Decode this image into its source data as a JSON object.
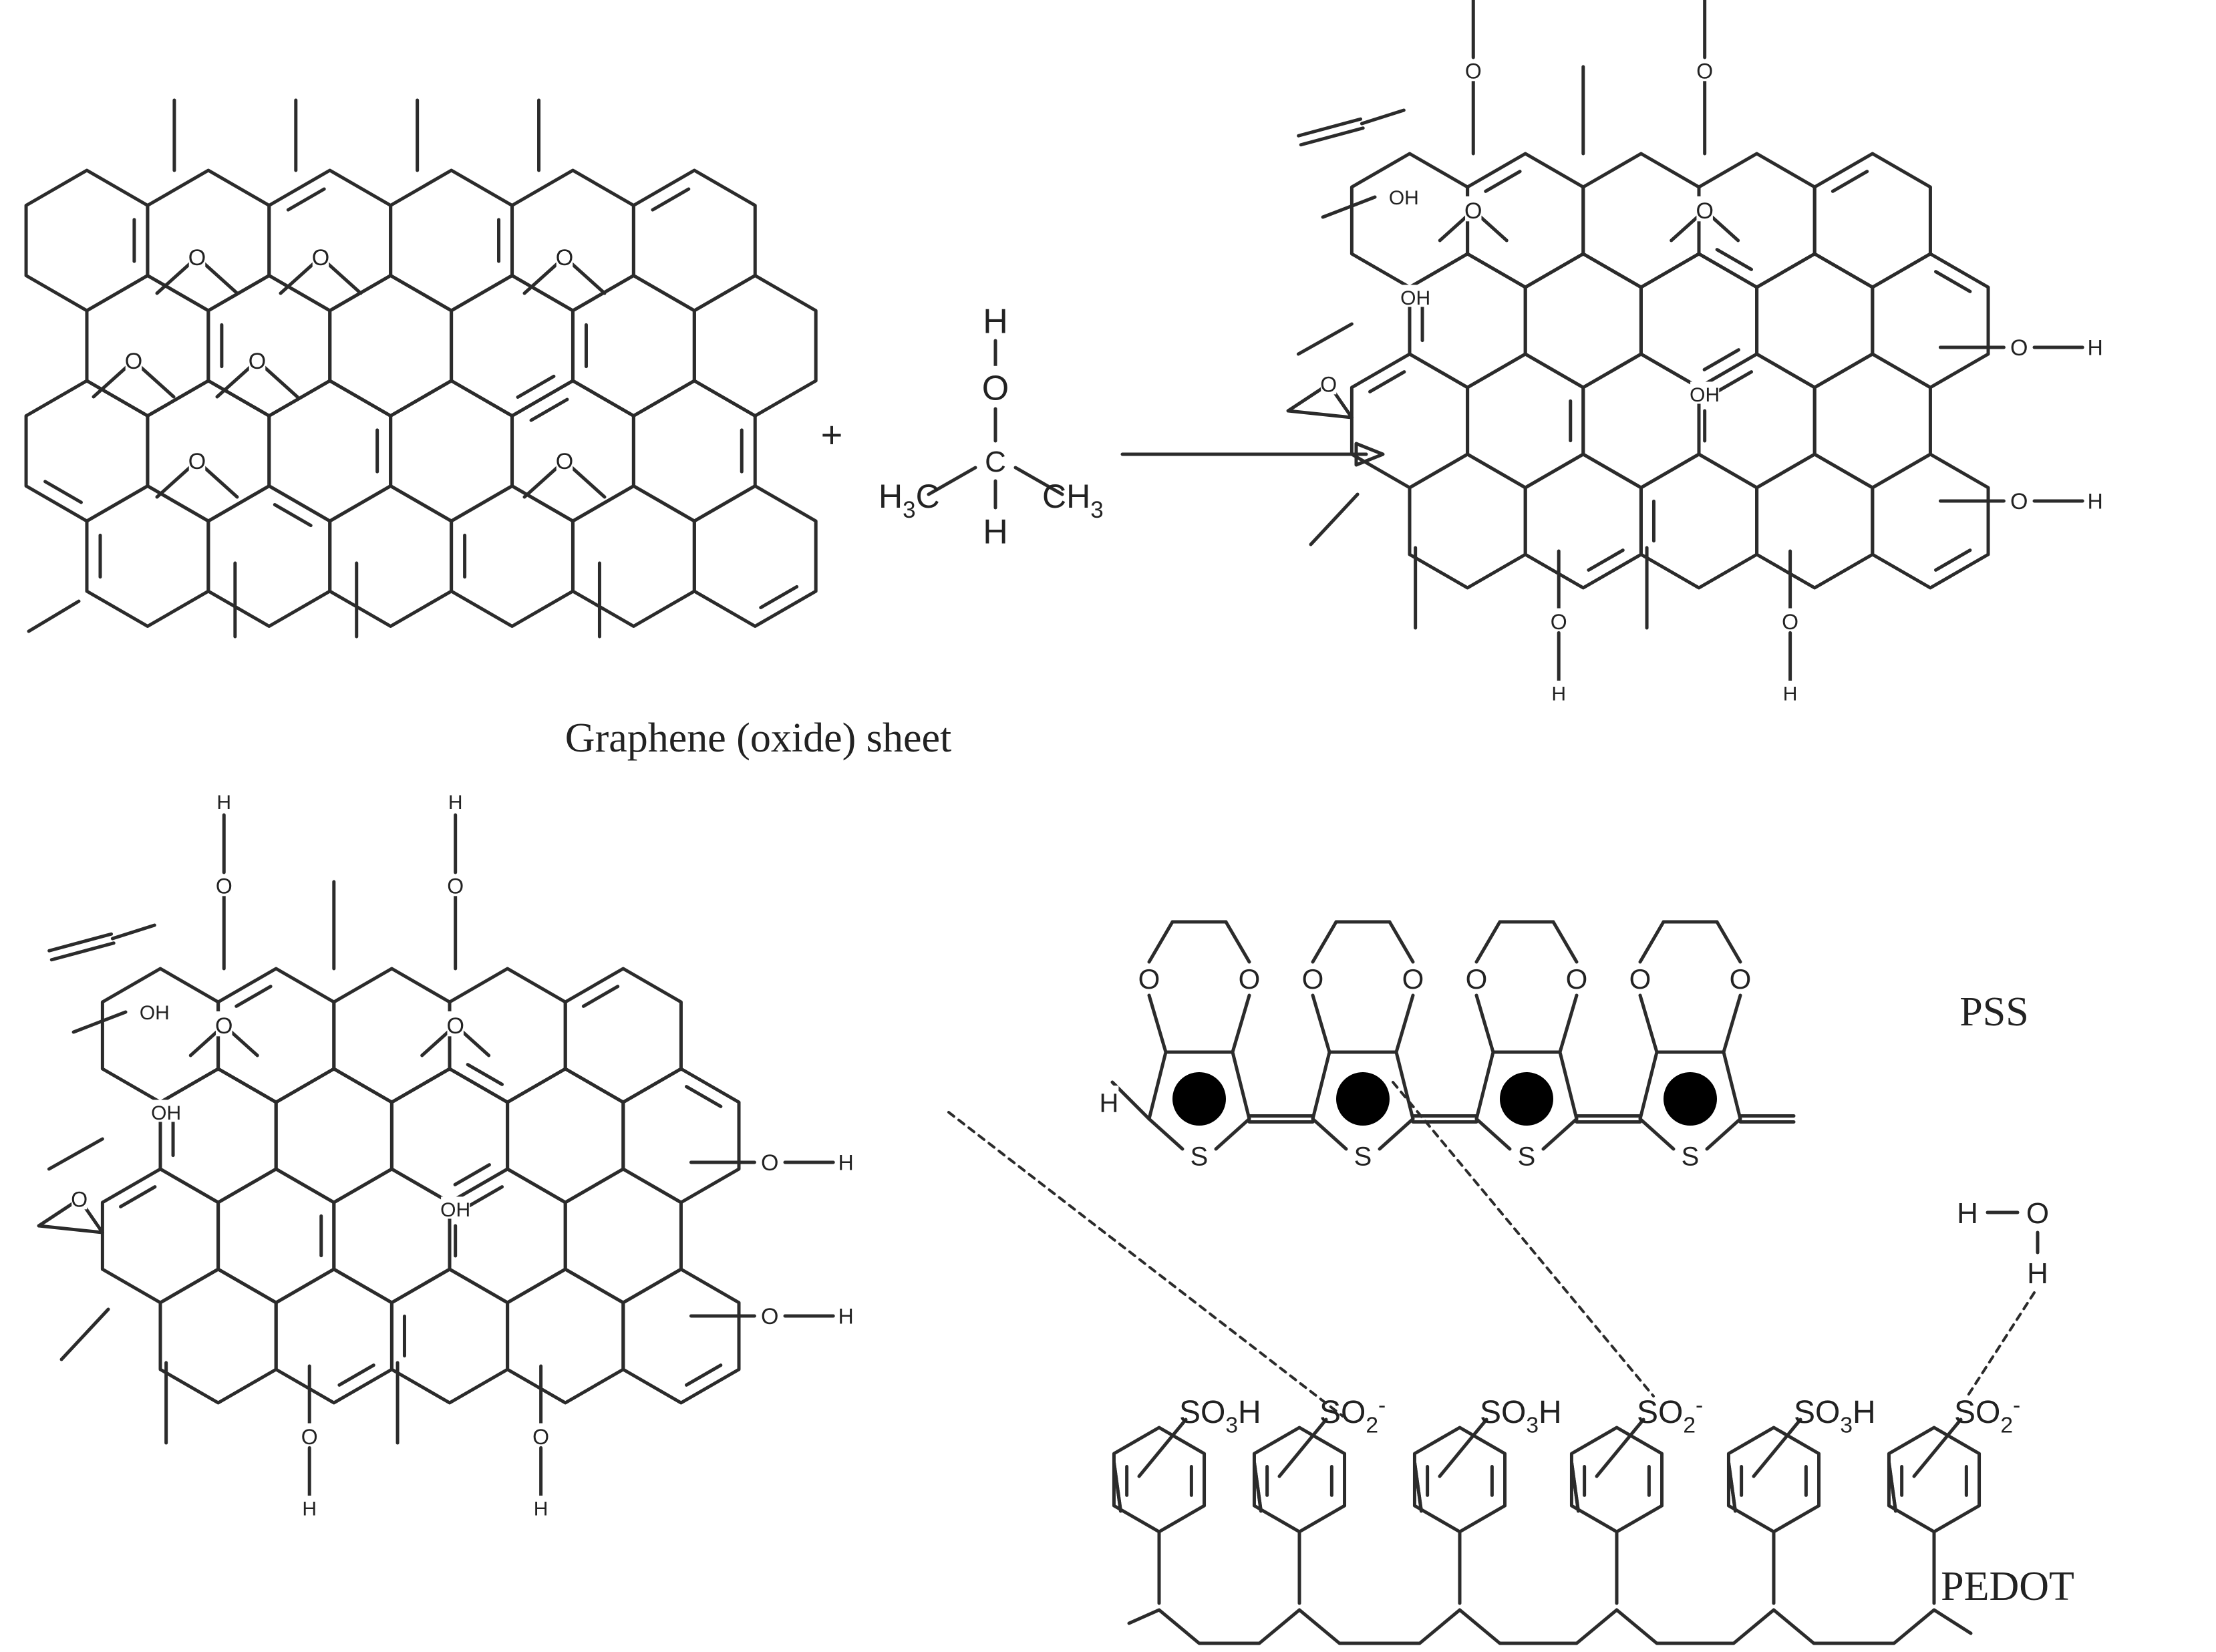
{
  "labels": {
    "graphene_sheet": "Graphene (oxide) sheet",
    "plus": "+",
    "pss": "PSS",
    "pedot": "PEDOT"
  },
  "atoms": {
    "O": "O",
    "H": "H",
    "C": "C",
    "S": "S",
    "OH": "OH",
    "H3C": "H3C",
    "CH3": "CH3",
    "SO3H": "SO3H",
    "SO2-": "SO2-"
  },
  "colors": {
    "ink": "#2b2b2b",
    "background": "#ffffff"
  }
}
